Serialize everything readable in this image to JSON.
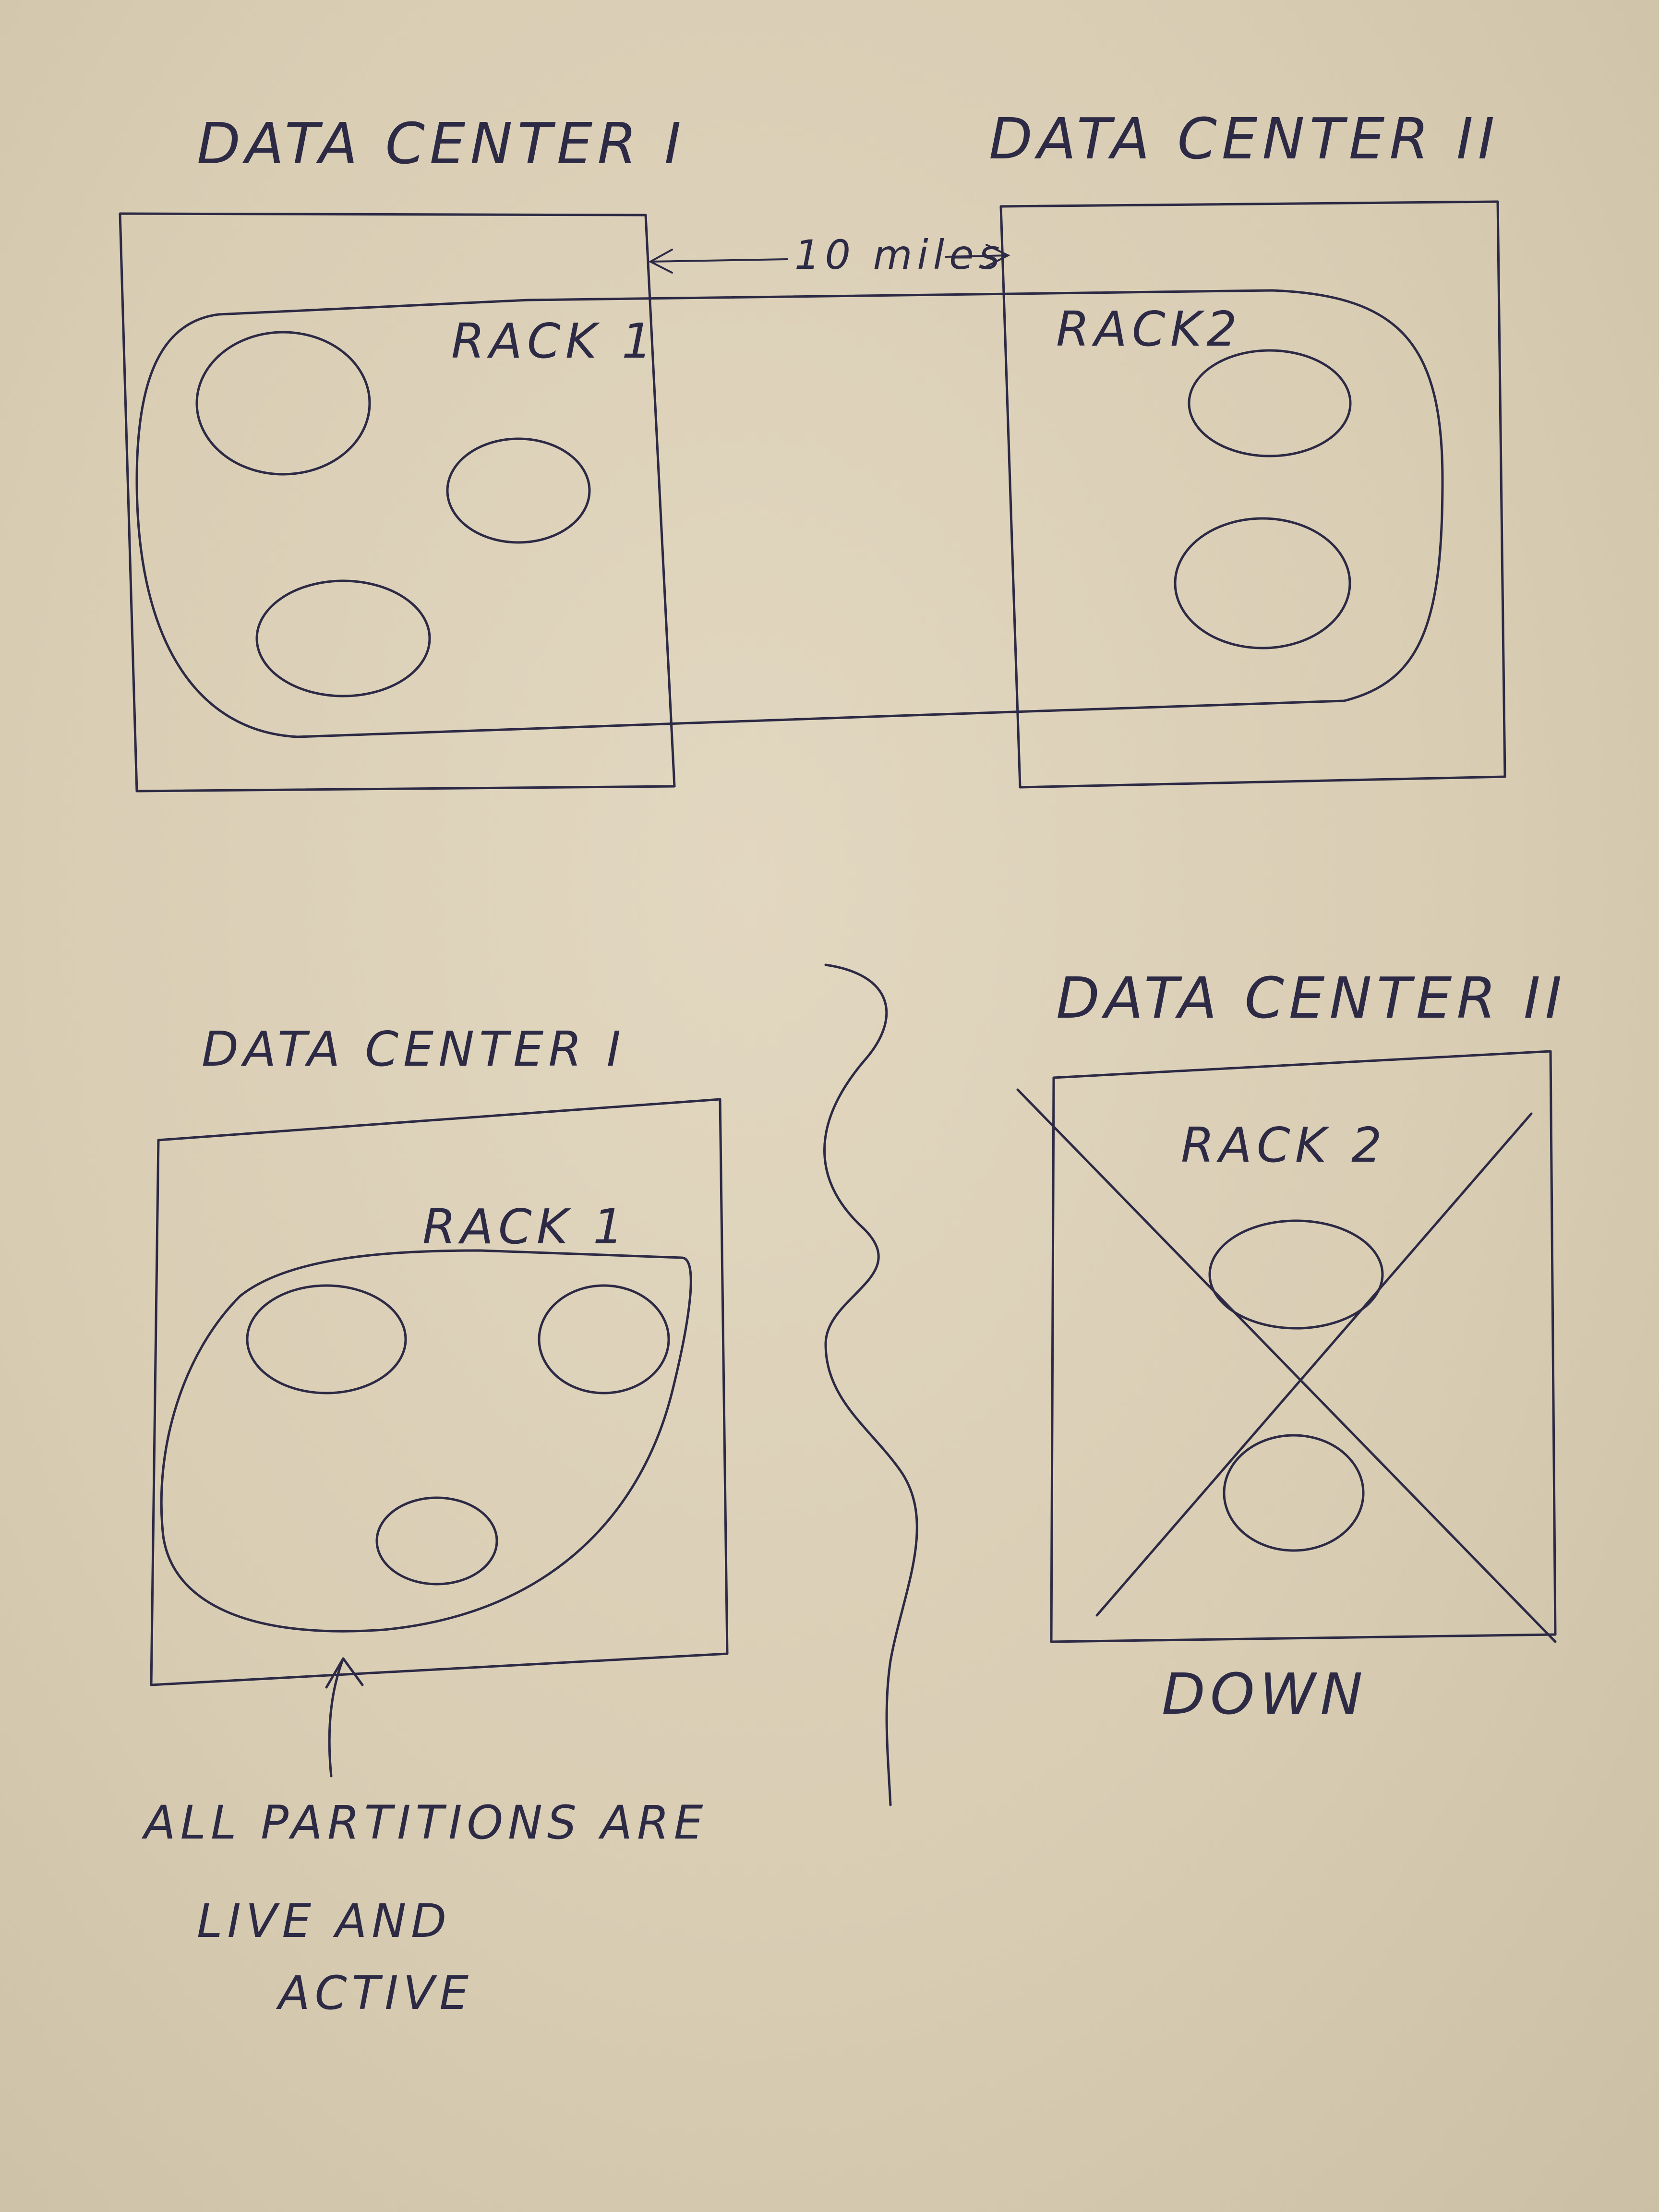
{
  "top_diagram": {
    "dc1_title": "DATA CENTER I",
    "dc2_title": "DATA CENTER II",
    "distance_label": "10 miles",
    "rack1_label": "RACK 1",
    "rack2_label": "RACK2"
  },
  "bottom_diagram": {
    "dc1_title": "DATA CENTER I",
    "dc2_title": "DATA CENTER II",
    "rack1_label": "RACK 1",
    "rack2_label": "RACK 2",
    "status_label": "DOWN",
    "note_line1": "ALL  PARTITIONS ARE",
    "note_line2": "LIVE  AND",
    "note_line3": "ACTIVE"
  }
}
